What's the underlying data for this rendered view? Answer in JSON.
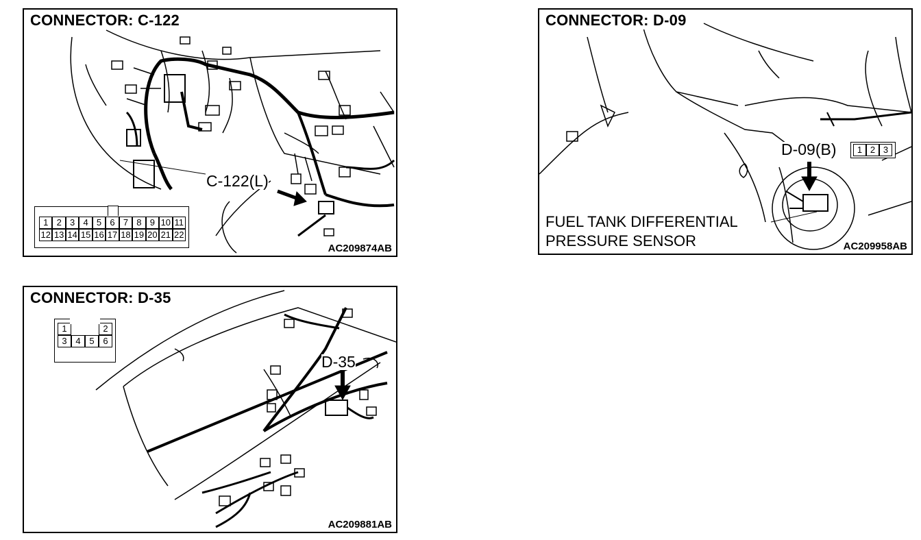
{
  "panels": {
    "c122": {
      "title": "CONNECTOR: C-122",
      "callout": "C-122(L)",
      "code": "AC209874AB",
      "pins_top": [
        "1",
        "2",
        "3",
        "4",
        "5",
        "6",
        "7",
        "8",
        "9",
        "10",
        "11"
      ],
      "pins_bottom": [
        "12",
        "13",
        "14",
        "15",
        "16",
        "17",
        "18",
        "19",
        "20",
        "21",
        "22"
      ]
    },
    "d09": {
      "title": "CONNECTOR: D-09",
      "callout": "D-09(B)",
      "label_line1": "FUEL TANK DIFFERENTIAL",
      "label_line2": "PRESSURE SENSOR",
      "code": "AC209958AB",
      "pins": [
        "1",
        "2",
        "3"
      ]
    },
    "d35": {
      "title": "CONNECTOR: D-35",
      "callout": "D-35",
      "code": "AC209881AB",
      "pins_top": [
        "1",
        "2"
      ],
      "pins_bottom": [
        "3",
        "4",
        "5",
        "6"
      ]
    }
  }
}
